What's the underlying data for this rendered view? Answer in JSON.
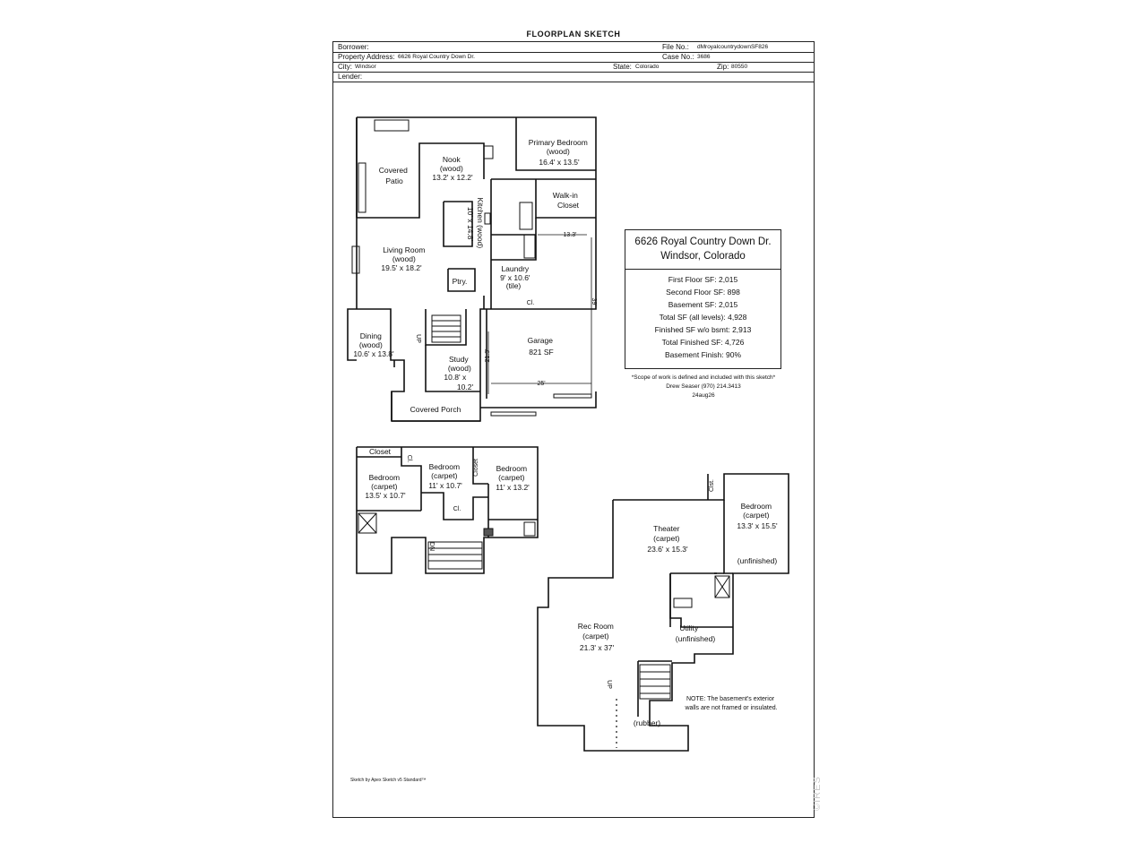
{
  "page_title": "FLOORPLAN SKETCH",
  "header": {
    "borrower_label": "Borrower:",
    "borrower_value": "",
    "file_no_label": "File No.:",
    "file_no_value": "dMroyalcountrydownSF826",
    "property_address_label": "Property Address:",
    "property_address_value": "6626 Royal Country Down Dr.",
    "case_no_label": "Case No.:",
    "case_no_value": "3686",
    "city_label": "City:",
    "city_value": "Windsor",
    "state_label": "State:",
    "state_value": "Colorado",
    "zip_label": "Zip:",
    "zip_value": "80550",
    "lender_label": "Lender:",
    "lender_value": ""
  },
  "summary": {
    "title_line1": "6626 Royal Country Down Dr.",
    "title_line2": "Windsor, Colorado",
    "lines": [
      "First Floor SF: 2,015",
      "Second Floor SF: 898",
      "Basement SF: 2,015",
      "Total SF (all levels): 4,928",
      "Finished SF w/o bsmt: 2,913",
      "Total Finished SF: 4,726",
      "Basement Finish: 90%"
    ]
  },
  "scope_note": {
    "line1": "*Scope of work is defined and included with this sketch*",
    "line2": "Drew Seaser     (970) 214.3413",
    "line3": "24aug26"
  },
  "first_floor": {
    "covered_patio": [
      "Covered",
      "Patio"
    ],
    "nook": [
      "Nook",
      "(wood)",
      "13.2' x 12.2'"
    ],
    "primary_bedroom": [
      "Primary Bedroom",
      "(wood)",
      "16.4' x 13.5'"
    ],
    "walkin_closet": [
      "Walk-in",
      "Closet"
    ],
    "kitchen": [
      "Kitchen (wood)",
      "10' x 14.8'"
    ],
    "living_room": [
      "Living Room",
      "(wood)",
      "19.5' x 18.2'"
    ],
    "laundry": [
      "Laundry",
      "9' x 10.6'",
      "(tile)"
    ],
    "pantry": "Ptry.",
    "closet_cl": "Cl.",
    "dining": [
      "Dining",
      "(wood)",
      "10.6' x 13.8'"
    ],
    "study": [
      "Study",
      "(wood)",
      "10.8' x",
      "10.2'"
    ],
    "garage": [
      "Garage",
      "821 SF"
    ],
    "covered_porch": "Covered Porch",
    "stair_up": "UP",
    "dim_13_3": "13.3'",
    "dim_39": "39'",
    "dim_21_3": "21.3'",
    "dim_25": "25'"
  },
  "second_floor": {
    "closet_top": "Closet",
    "closet_cl1": "Cl.",
    "bedroom1": [
      "Bedroom",
      "(carpet)",
      "13.5' x 10.7'"
    ],
    "bedroom2": [
      "Bedroom",
      "(carpet)",
      "11' x 10.7'"
    ],
    "closet_side": "Closet",
    "bedroom3": [
      "Bedroom",
      "(carpet)",
      "11' x 13.2'"
    ],
    "closet_cl2": "Cl.",
    "stair_dn": "DN"
  },
  "basement": {
    "closet": "Clst.",
    "bedroom": [
      "Bedroom",
      "(carpet)",
      "13.3' x 15.5'"
    ],
    "theater": [
      "Theater",
      "(carpet)",
      "23.6' x 15.3'"
    ],
    "unfinished": "(unfinished)",
    "utility": [
      "Utility",
      "(unfinished)"
    ],
    "rec_room": [
      "Rec Room",
      "(carpet)",
      "21.3' x 37'"
    ],
    "rubber": "(rubber)",
    "stair_up": "UP",
    "note_line1": "NOTE: The basement's exterior",
    "note_line2": "walls are not framed or insulated."
  },
  "credit": "Sketch by Apex Sketch v5 Standard™",
  "watermark": "©IRES"
}
